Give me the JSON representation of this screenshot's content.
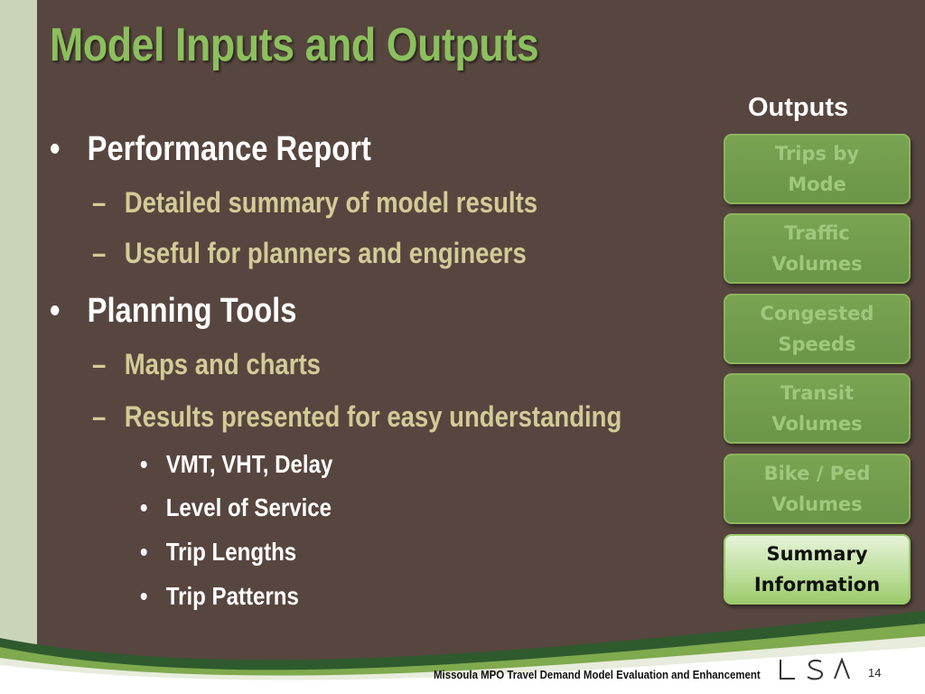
{
  "title": "Model Inputs and Outputs",
  "outputs_heading": "Outputs",
  "bullets": [
    {
      "text": "Performance Report",
      "glyph": "•",
      "sub": [
        {
          "text": "Detailed summary of model results",
          "glyph": "–"
        },
        {
          "text": "Useful for planners and engineers",
          "glyph": "–"
        }
      ]
    },
    {
      "text": "Planning Tools",
      "glyph": "•",
      "sub": [
        {
          "text": "Maps and charts",
          "glyph": "–"
        },
        {
          "text": "Results presented for easy understanding",
          "glyph": "–",
          "sub": [
            {
              "text": "VMT, VHT, Delay",
              "glyph": "•"
            },
            {
              "text": "Level of Service",
              "glyph": "•"
            },
            {
              "text": "Trip Lengths",
              "glyph": "•"
            },
            {
              "text": "Trip Patterns",
              "glyph": "•"
            }
          ]
        }
      ]
    }
  ],
  "outputs": [
    {
      "label": "Trips by\nMode",
      "active": false
    },
    {
      "label": "Traffic\nVolumes",
      "active": false
    },
    {
      "label": "Congested\nSpeeds",
      "active": false
    },
    {
      "label": "Transit\nVolumes",
      "active": false
    },
    {
      "label": "Bike / Ped\nVolumes",
      "active": false
    },
    {
      "label": "Summary\nInformation",
      "active": true
    }
  ],
  "footer": {
    "text": "Missoula MPO Travel Demand Model Evaluation and Enhancement",
    "logo": "LSA",
    "page_number": "14"
  },
  "colors": {
    "background": "#57463f",
    "title_green": "#8cbf5e",
    "subbullet_tan": "#d3cb97",
    "box_green": "#6b9547",
    "box_text": "#9fc87d",
    "accent_light_green": "#bfe09f"
  }
}
